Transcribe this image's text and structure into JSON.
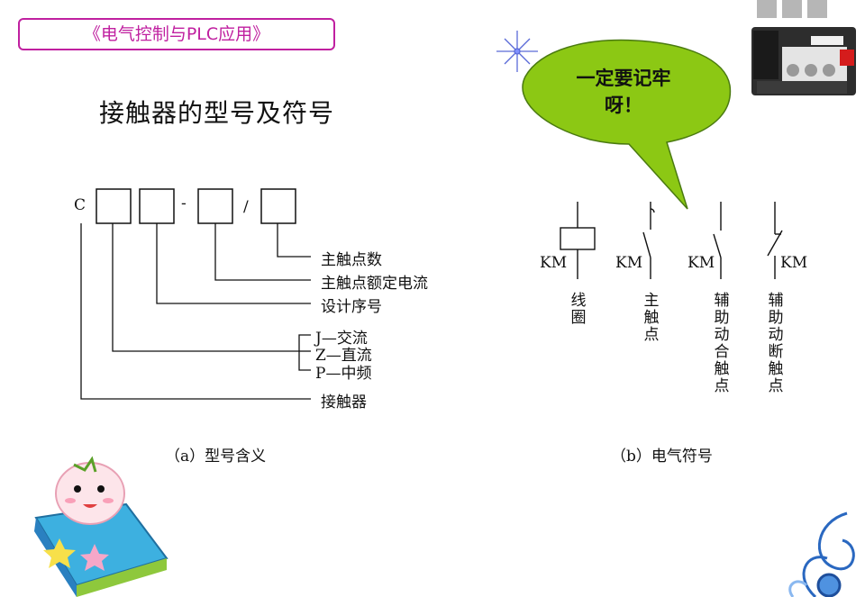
{
  "header": {
    "course_title": "《电气控制与PLC应用》"
  },
  "slide": {
    "title": "接触器的型号及符号"
  },
  "model_code": {
    "prefix": "C",
    "dash": "-",
    "slash": "/",
    "labels": {
      "main_contacts_count": "主触点数",
      "main_contact_rated_current": "主触点额定电流",
      "design_serial": "设计序号",
      "ac": "J—交流",
      "dc": "Z—直流",
      "mf": "P—中频",
      "contactor": "接触器"
    },
    "caption": "（a）型号含义"
  },
  "symbols": {
    "coil": {
      "tag": "KM",
      "label": "线圈"
    },
    "main_contact": {
      "tag": "KM",
      "label": "主触点"
    },
    "aux_no": {
      "tag": "KM",
      "label": "辅助动合触点"
    },
    "aux_nc": {
      "tag": "KM",
      "label": "辅助动断触点"
    },
    "caption": "（b）电气符号"
  },
  "callout": {
    "line1": "一定要记牢",
    "line2": "呀！"
  },
  "colors": {
    "accent": "#c020a0",
    "bubble": "#8cc814",
    "bubble_border": "#4a7a10"
  }
}
